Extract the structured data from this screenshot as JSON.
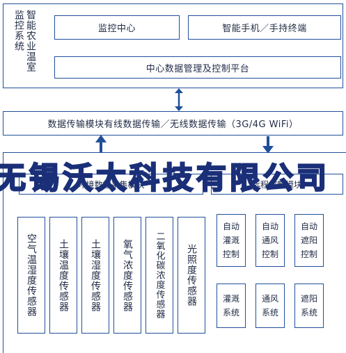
{
  "system_title": "智能农业温室监控系统",
  "top": {
    "monitoring_center": "监控中心",
    "mobile_terminal": "智能手机／手持终端",
    "central_platform": "中心数据管理及控制平台"
  },
  "transmission": "数据传输模块有线数据传输／无线数据传输（3G/4G WiFi）",
  "acquisition_module": "环境数据采集模块",
  "control_module": "远程控制模块",
  "sensors": [
    "空气温湿度传感器",
    "土壤温度传感器",
    "土壤湿度传感器",
    "氧气浓度传感器",
    "二氧化碳浓度传感器",
    "光照度传感器"
  ],
  "controls": [
    {
      "controller": "自动灌溉控制",
      "system": "灌溉系统"
    },
    {
      "controller": "自动通风控制",
      "system": "通风系统"
    },
    {
      "controller": "自动遮阳控制",
      "system": "遮阳系统"
    }
  ],
  "watermark": "无锡沃太科技有限公司",
  "colors": {
    "border": "#1f4f9a",
    "arrow": "#1f4f9a",
    "watermark_stroke": "#1a2f78",
    "corner_accent": "#cfe3f3"
  }
}
